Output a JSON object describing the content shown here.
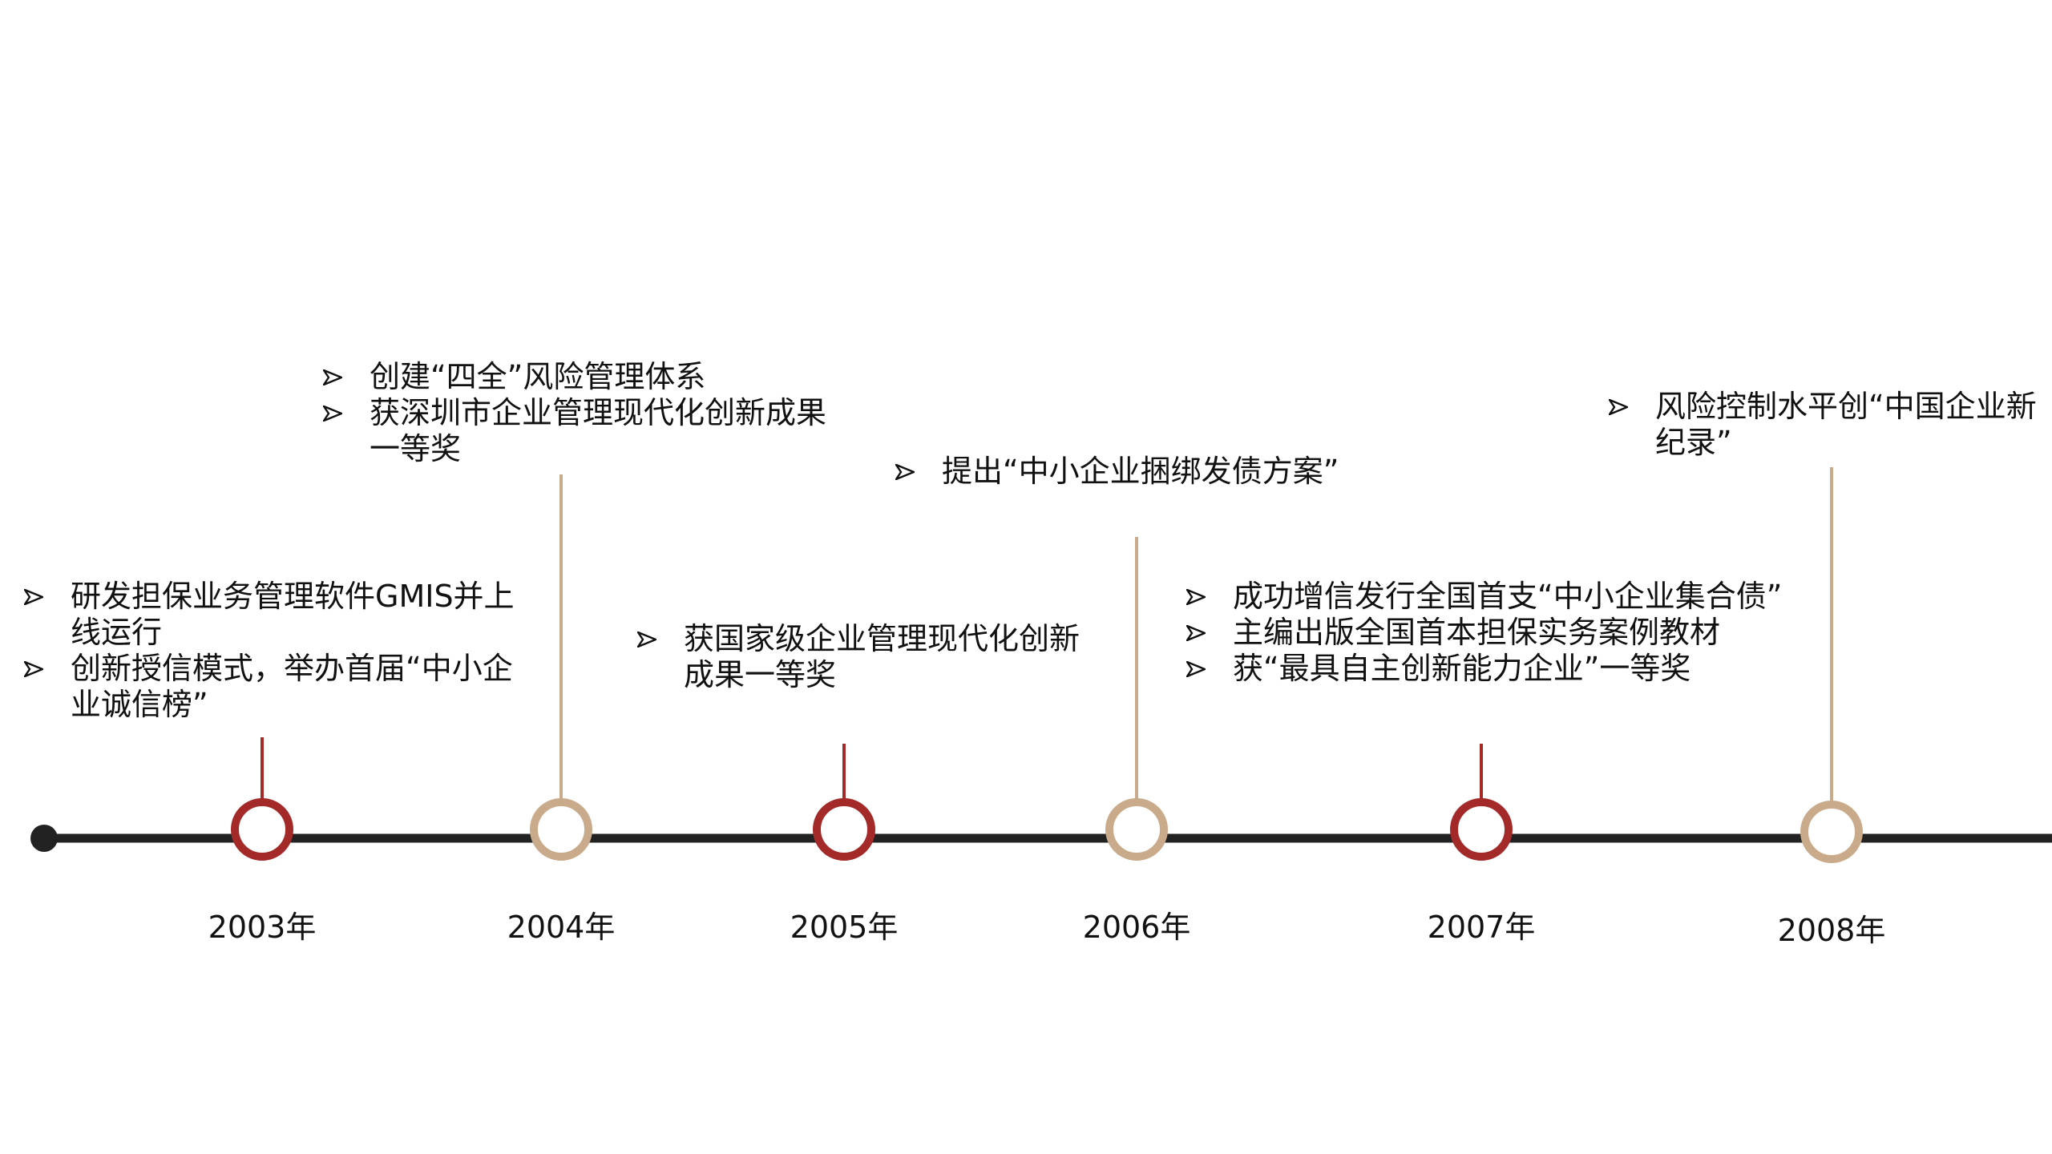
{
  "colors": {
    "axis": "#222222",
    "red": "#a42a2a",
    "tan": "#c9ab8c",
    "text": "#111111"
  },
  "milestones": [
    {
      "year": "2003年",
      "accent": "red",
      "events": [
        "研发担保业务管理软件GMIS并上线运行",
        "创新授信模式，举办首届“中小企业诚信榜”"
      ]
    },
    {
      "year": "2004年",
      "accent": "tan",
      "events": [
        "创建“四全”风险管理体系",
        "获深圳市企业管理现代化创新成果一等奖"
      ]
    },
    {
      "year": "2005年",
      "accent": "red",
      "events": [
        "获国家级企业管理现代化创新成果一等奖"
      ]
    },
    {
      "year": "2006年",
      "accent": "tan",
      "events": [
        "提出“中小企业捆绑发债方案”"
      ]
    },
    {
      "year": "2007年",
      "accent": "red",
      "events": [
        "成功增信发行全国首支“中小企业集合债”",
        "主编出版全国首本担保实务案例教材",
        "获“最具自主创新能力企业”一等奖"
      ]
    },
    {
      "year": "2008年",
      "accent": "tan",
      "events": [
        "风险控制水平创“中国企业新纪录”"
      ]
    }
  ]
}
